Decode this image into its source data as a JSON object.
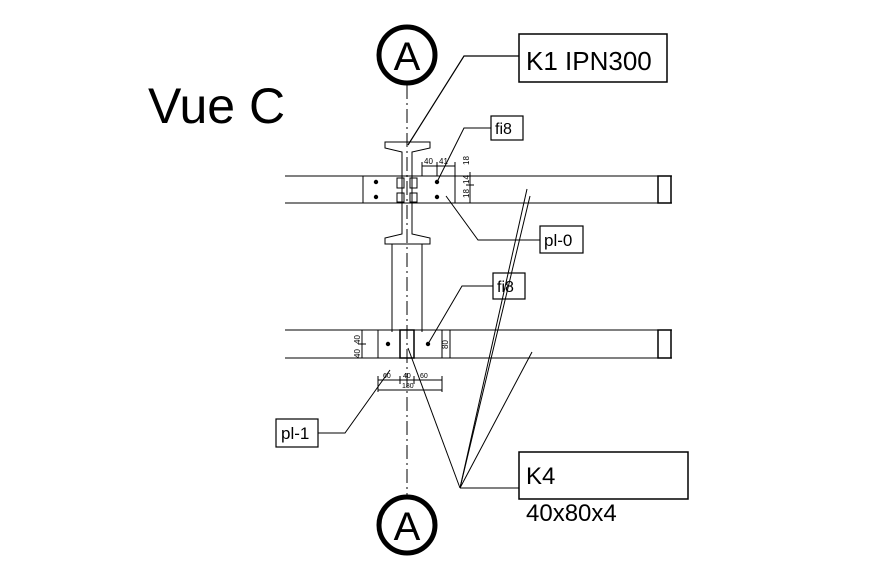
{
  "view_title": "Vue C",
  "axis_marker_top": "A",
  "axis_marker_bottom": "A",
  "column_tag": "K1 IPN300",
  "beam_tag_line1": "K4",
  "beam_tag_line2": "40x80x4",
  "bolt_tag_upper": "fi8",
  "bolt_tag_lower": "fi8",
  "plate_tag_upper": "pl-0",
  "plate_tag_lower": "pl-1",
  "dims_upper": {
    "a": "40",
    "b": "41",
    "c": "18",
    "d": "14",
    "e": "18"
  },
  "dims_lower": {
    "d1": "60",
    "d2": "40",
    "d3": "60",
    "total": "180",
    "side1": "40",
    "side2": "40",
    "depth": "80"
  }
}
